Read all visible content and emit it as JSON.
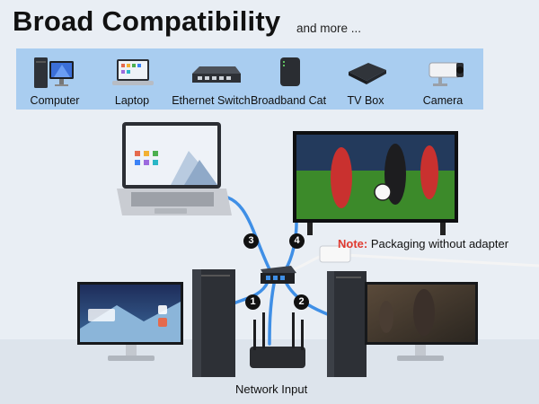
{
  "header": {
    "title": "Broad Compatibility",
    "subtitle": "and more ..."
  },
  "devices": [
    {
      "label": "Computer",
      "icon": "computer-icon"
    },
    {
      "label": "Laptop",
      "icon": "laptop-icon"
    },
    {
      "label": "Ethernet Switch",
      "icon": "ethernet-switch-icon"
    },
    {
      "label": "Broadband Cat",
      "icon": "broadband-cat-icon"
    },
    {
      "label": "TV Box",
      "icon": "tv-box-icon"
    },
    {
      "label": "Camera",
      "icon": "camera-icon"
    }
  ],
  "ports": [
    "1",
    "2",
    "3",
    "4"
  ],
  "note": {
    "key": "Note:",
    "text": " Packaging without adapter"
  },
  "network_label": "Network Input",
  "colors": {
    "device_bar": "#a9cdf0",
    "cable": "#3f8fe6",
    "note_key": "#e03a2f",
    "field_green": "#3c8a2a"
  }
}
